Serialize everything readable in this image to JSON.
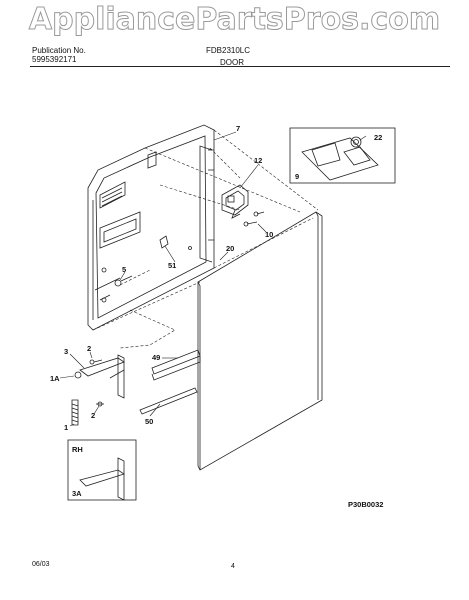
{
  "watermark": "AppliancePartsPros.com",
  "header": {
    "publication_label": "Publication No.",
    "publication_number": "5995392171",
    "model": "FDB2310LC",
    "section": "DOOR"
  },
  "callouts": {
    "c7": "7",
    "c12": "12",
    "c22": "22",
    "c9": "9",
    "c10": "10",
    "c20": "20",
    "c51": "51",
    "c5": "5",
    "c3": "3",
    "c2a": "2",
    "c1a": "1A",
    "c49": "49",
    "c2b": "2",
    "c1": "1",
    "c50": "50",
    "rh": "RH",
    "c3a": "3A"
  },
  "diagram_code": "P30B0032",
  "footer": {
    "date": "06/03",
    "page": "4"
  }
}
